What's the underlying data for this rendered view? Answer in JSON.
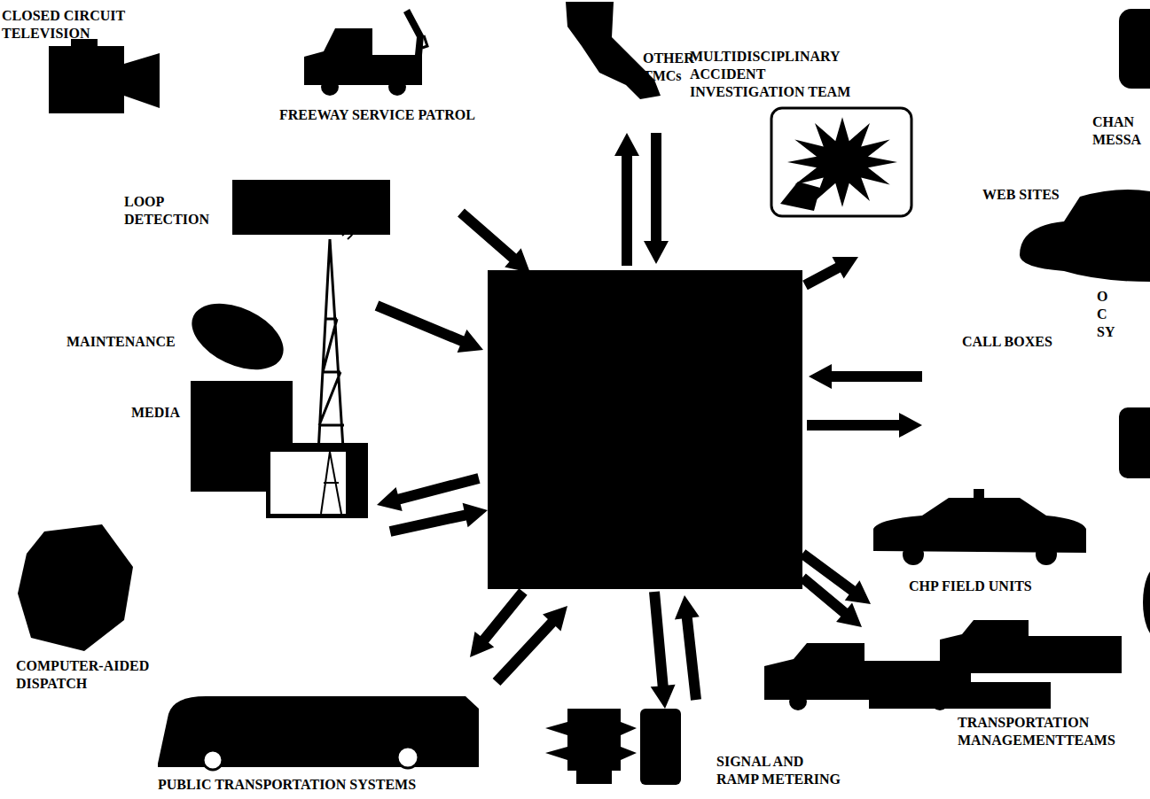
{
  "diagram": {
    "labels": [
      "CLOSED CIRCUIT TELEVISION",
      "FREEWAY SERVICE PATROL",
      "OTHER TMCs",
      "MULTIDISCIPLINARY ACCIDENT INVESTIGATION TEAM",
      "CHAN MESSA",
      "LOOP DETECTION",
      "WEB SITES",
      "O C SY",
      "MAINTENANCE",
      "CALL BOXES",
      "MEDIA",
      "CHP FIELD UNITS",
      "COMPUTER-AIDED DISPATCH",
      "TRANSPORTATION MANAGEMENTTEAMS",
      "PUBLIC TRANSPORTATION SYSTEMS",
      "SIGNAL AND RAMP METERING"
    ]
  }
}
